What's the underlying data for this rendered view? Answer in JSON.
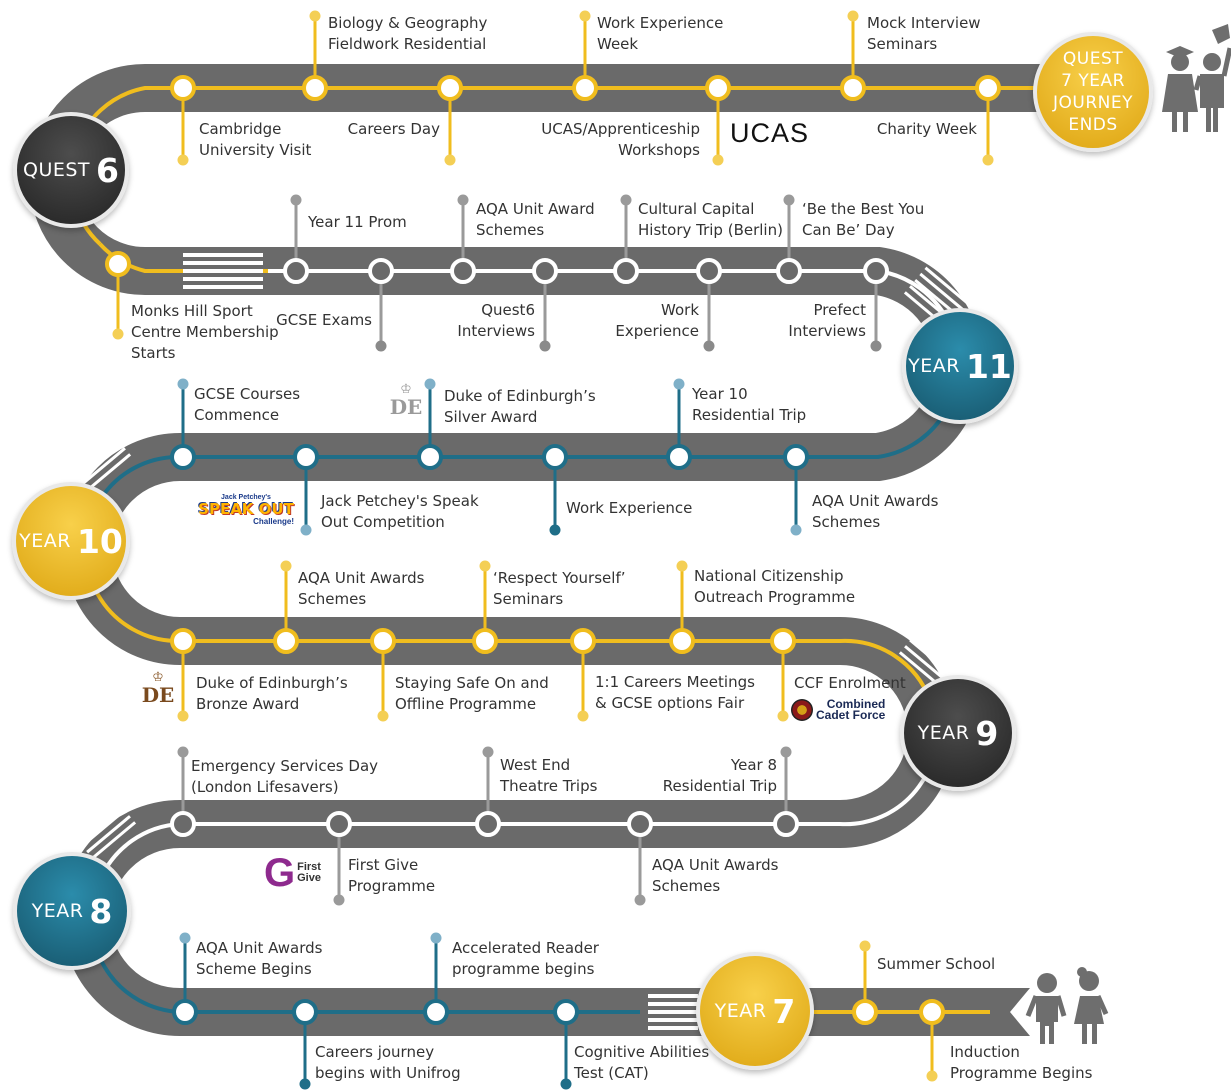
{
  "colors": {
    "road": "#6e6e6e",
    "road_edge": "#5a5a5a",
    "yellow": "#f0bd1e",
    "teal": "#1f6e88",
    "teal_light": "#7fb0c8",
    "grey_line": "#9a9a9a",
    "white": "#ffffff",
    "dark_badge": "#333333"
  },
  "badges": {
    "quest_end": "QUEST\n7 YEAR\nJOURNEY\nENDS",
    "quest6_word": "QUEST",
    "quest6_num": "6",
    "year11_word": "YEAR",
    "year11_num": "11",
    "year10_word": "YEAR",
    "year10_num": "10",
    "year9_word": "YEAR",
    "year9_num": "9",
    "year8_word": "YEAR",
    "year8_num": "8",
    "year7_word": "YEAR",
    "year7_num": "7"
  },
  "lane_quest": {
    "events": [
      "Biology & Geography\nFieldwork Residential",
      "Work Experience\nWeek",
      "Mock Interview\nSeminars",
      "Cambridge\nUniversity Visit",
      "Careers Day",
      "UCAS/Apprenticeship\nWorkshops",
      "Charity Week",
      "Monks Hill Sport\nCentre Membership\nStarts"
    ]
  },
  "lane_year11": {
    "events": [
      "Year 11 Prom",
      "AQA Unit Award\nSchemes",
      "Cultural Capital\nHistory Trip (Berlin)",
      "‘Be the Best You\nCan Be’ Day",
      "GCSE Exams",
      "Quest6\nInterviews",
      "Work\nExperience",
      "Prefect\nInterviews"
    ]
  },
  "lane_year10": {
    "events": [
      "GCSE Courses\nCommence",
      "Duke of Edinburgh’s\nSilver Award",
      "Year 10\nResidential Trip",
      "Jack Petchey's Speak\nOut Competition",
      "Work Experience",
      "AQA Unit Awards\nSchemes"
    ]
  },
  "lane_year9": {
    "events": [
      "AQA Unit Awards\nSchemes",
      "‘Respect Yourself’\nSeminars",
      "National Citizenship\nOutreach Programme",
      "Duke of Edinburgh’s\nBronze Award",
      "Staying Safe On and\nOffline Programme",
      "1:1 Careers Meetings\n& GCSE options Fair",
      "CCF Enrolment"
    ]
  },
  "lane_year8": {
    "events": [
      "Emergency Services Day\n(London Lifesavers)",
      "West End\nTheatre Trips",
      "Year 8\nResidential Trip",
      "First Give\nProgramme",
      "AQA Unit Awards\nSchemes"
    ]
  },
  "lane_year7": {
    "events": [
      "AQA Unit Awards\nScheme Begins",
      "Accelerated Reader\nprogramme begins",
      "Summer School",
      "Careers journey\nbegins with Unifrog",
      "Cognitive Abilities\nTest (CAT)",
      "Induction\nProgramme Begins"
    ]
  },
  "logos": {
    "ucas": "UCAS",
    "de_silver": "DE",
    "de_bronze": "DE",
    "speakout_top": "Jack Petchey's",
    "speakout_main": "SPEAK OUT",
    "speakout_sub": "Challenge!",
    "ccf": "Combined\nCadet Force",
    "firstgive_g": "G",
    "firstgive_text": "First\nGive"
  },
  "icons": {
    "graduates": "graduates-icon",
    "children": "children-icon"
  }
}
